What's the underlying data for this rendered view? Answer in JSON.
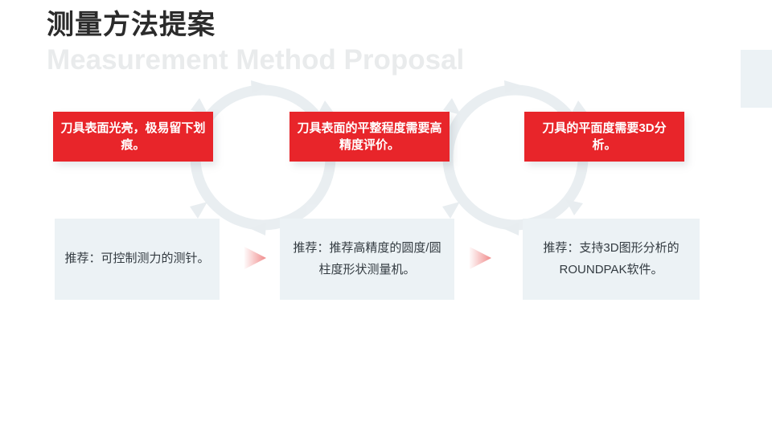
{
  "slide": {
    "title_cn": "测量方法提案",
    "title_en": "Measurement Method Proposal",
    "background_color": "#ffffff",
    "accent_red": "#e8252a",
    "panel_blue": "#ecf2f5",
    "subtitle_gray": "#e9ebec",
    "arrow_pink": "#f08b8b"
  },
  "statements": [
    {
      "text": "刀具表面光亮，极易留下划痕。"
    },
    {
      "text": "刀具表面的平整程度需要高精度评价。"
    },
    {
      "text": "刀具的平面度需要3D分析。"
    }
  ],
  "recommendations": [
    {
      "text": "推荐：可控制测力的测针。"
    },
    {
      "text": "推荐：推荐高精度的圆度/圆柱度形状测量机。"
    },
    {
      "text": "推荐：支持3D图形分析的ROUNDPAK软件。"
    }
  ],
  "arrows": [
    {
      "name": "flow-arrow-right"
    },
    {
      "name": "flow-arrow-right"
    }
  ],
  "decoration": {
    "ring_color": "#e2e9ed",
    "marker_color": "#dfe6ea",
    "description": "faint circular gear-ring watermarks with triangular direction markers"
  }
}
